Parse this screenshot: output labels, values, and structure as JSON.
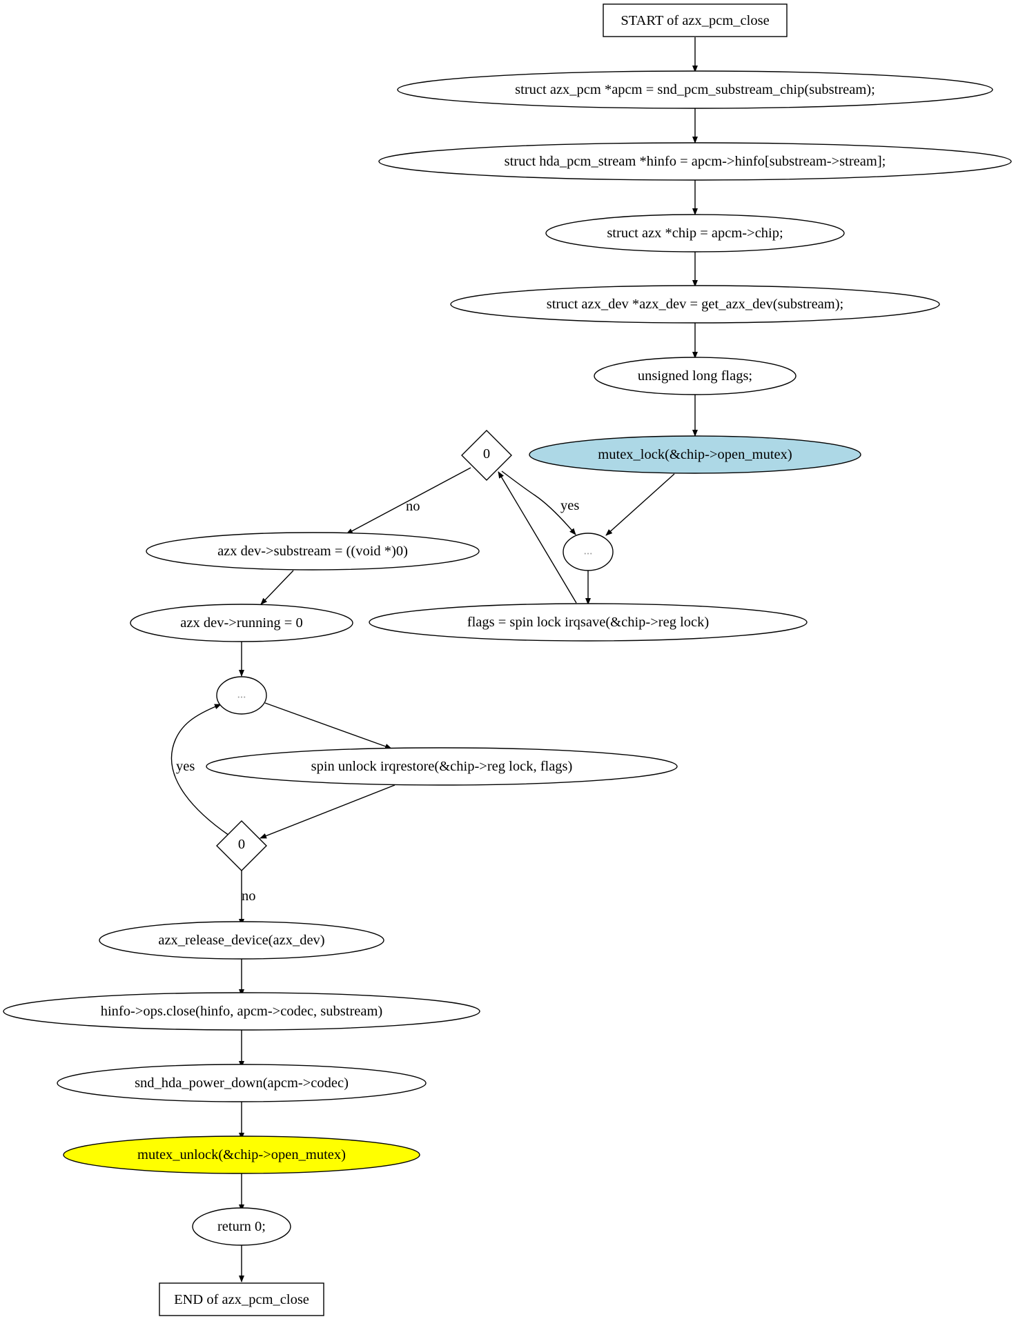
{
  "flowchart": {
    "start": "START of azx_pcm_close",
    "statements": {
      "apcm": "struct azx_pcm *apcm = snd_pcm_substream_chip(substream);",
      "hinfo": "struct hda_pcm_stream *hinfo = apcm->hinfo[substream->stream];",
      "chip": "struct azx *chip = apcm->chip;",
      "azx_dev": "struct azx_dev *azx_dev = get_azx_dev(substream);",
      "flags_decl": "unsigned long flags;",
      "mutex_lock": "mutex_lock(&chip->open_mutex)",
      "loop1_dots": "...",
      "loop1_cond": "0",
      "spin_lock": "flags =   spin  lock  irqsave(&chip->reg  lock)",
      "substream_null": "azx  dev->substream = ((void *)0)",
      "running": "azx  dev->running = 0",
      "loop2_dots": "...",
      "spin_unlock": "spin  unlock  irqrestore(&chip->reg  lock, flags)",
      "loop2_cond": "0",
      "release": "azx_release_device(azx_dev)",
      "ops_close": "hinfo->ops.close(hinfo, apcm->codec, substream)",
      "power_down": "snd_hda_power_down(apcm->codec)",
      "mutex_unlock": "mutex_unlock(&chip->open_mutex)",
      "return": "return 0;"
    },
    "end": "END of azx_pcm_close",
    "edge_labels": {
      "loop1_yes": "yes",
      "loop1_no": "no",
      "loop2_yes": "yes",
      "loop2_no": "no"
    },
    "colors": {
      "mutex_lock_fill": "#add8e6",
      "mutex_unlock_fill": "#ffff00"
    }
  }
}
